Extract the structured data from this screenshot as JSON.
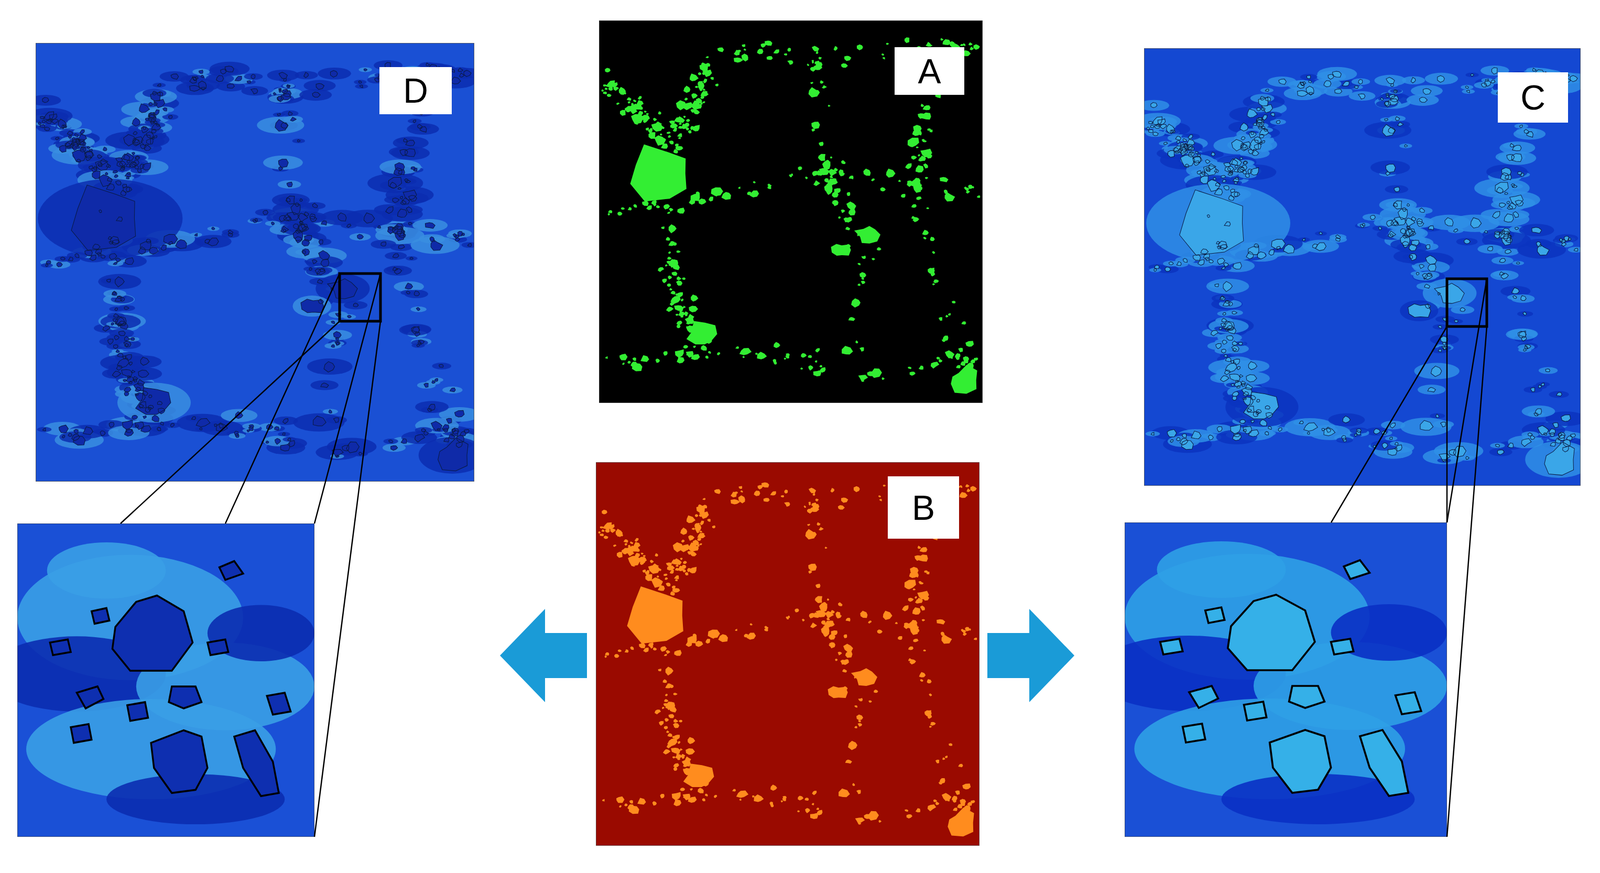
{
  "diagram": {
    "labels": [
      "D",
      "A",
      "C",
      "B"
    ]
  }
}
